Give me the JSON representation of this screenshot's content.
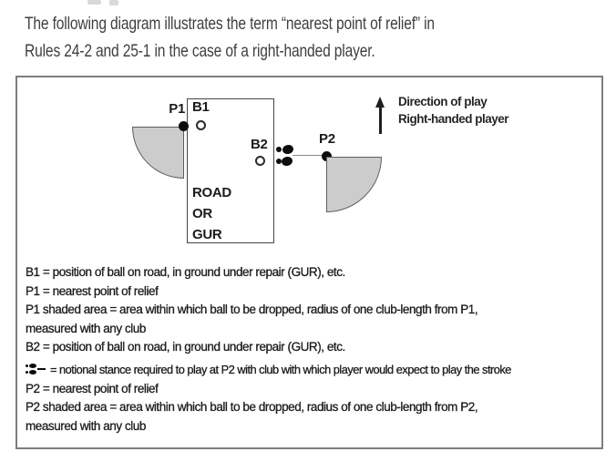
{
  "intro": {
    "line1": "The following diagram illustrates the term “nearest point of relief” in",
    "line2": "Rules 24-2 and 25-1 in the case of a right-handed player."
  },
  "diagram": {
    "p1_label": "P1",
    "b1_label": "B1",
    "b2_label": "B2",
    "p2_label": "P2",
    "road_label_lines": [
      "ROAD",
      "OR",
      "GUR"
    ],
    "direction_line1": "Direction of play",
    "direction_line2": "Right-handed player",
    "icons": {
      "stance_icon": "footprints-with-line",
      "direction_icon": "up-arrow"
    },
    "colors": {
      "shaded_area": "#cccccc",
      "outline": "#454545",
      "marker_black": "#0d0d0d",
      "box_border": "#7d7d7d"
    }
  },
  "legend": {
    "lines": [
      "B1 = position of ball on road, in ground under repair (GUR), etc.",
      "P1 = nearest point of relief",
      "P1 shaded area = area within which ball to be dropped, radius of one club-length from P1,",
      "measured with any club",
      "B2 = position of ball on road, in ground under repair (GUR), etc.",
      "= notional stance required to play at P2 with club with which player would expect to play the stroke",
      "P2 = nearest point of relief",
      "P2 shaded area = area within which ball to be dropped, radius of one club-length from P2,",
      "measured with any club"
    ]
  }
}
